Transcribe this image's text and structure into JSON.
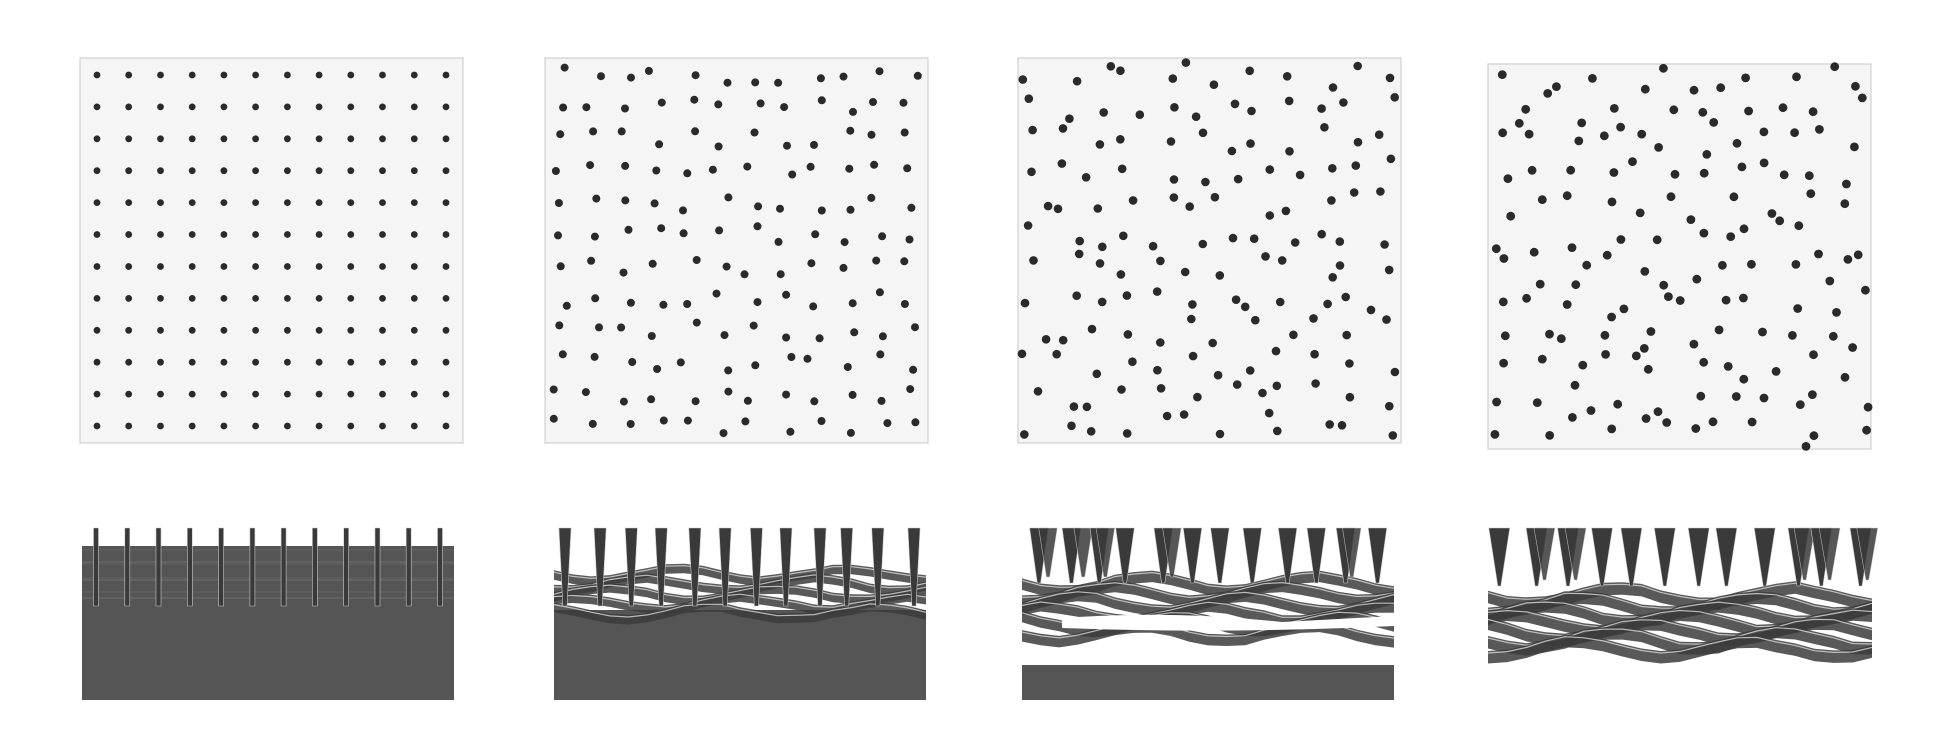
{
  "figure": {
    "panels": [
      {
        "id": "state-1",
        "disorder": 0.0,
        "needle_taper": 0.0,
        "bulk_base": true,
        "bulk_gap": false
      },
      {
        "id": "state-2",
        "disorder": 0.35,
        "needle_taper": 0.45,
        "bulk_base": true,
        "bulk_gap": false
      },
      {
        "id": "state-3",
        "disorder": 0.55,
        "needle_taper": 0.85,
        "bulk_base": true,
        "bulk_gap": true
      },
      {
        "id": "state-4",
        "disorder": 0.65,
        "needle_taper": 1.0,
        "bulk_base": false,
        "bulk_gap": false
      }
    ],
    "grid_size": 12,
    "colors": {
      "background": "#ffffff",
      "panel": "#f5f5f5",
      "dot": "#2a2a2a",
      "slab": "#555555",
      "needle": "#3a3a3a",
      "highlight": "#d9d9d9"
    }
  }
}
